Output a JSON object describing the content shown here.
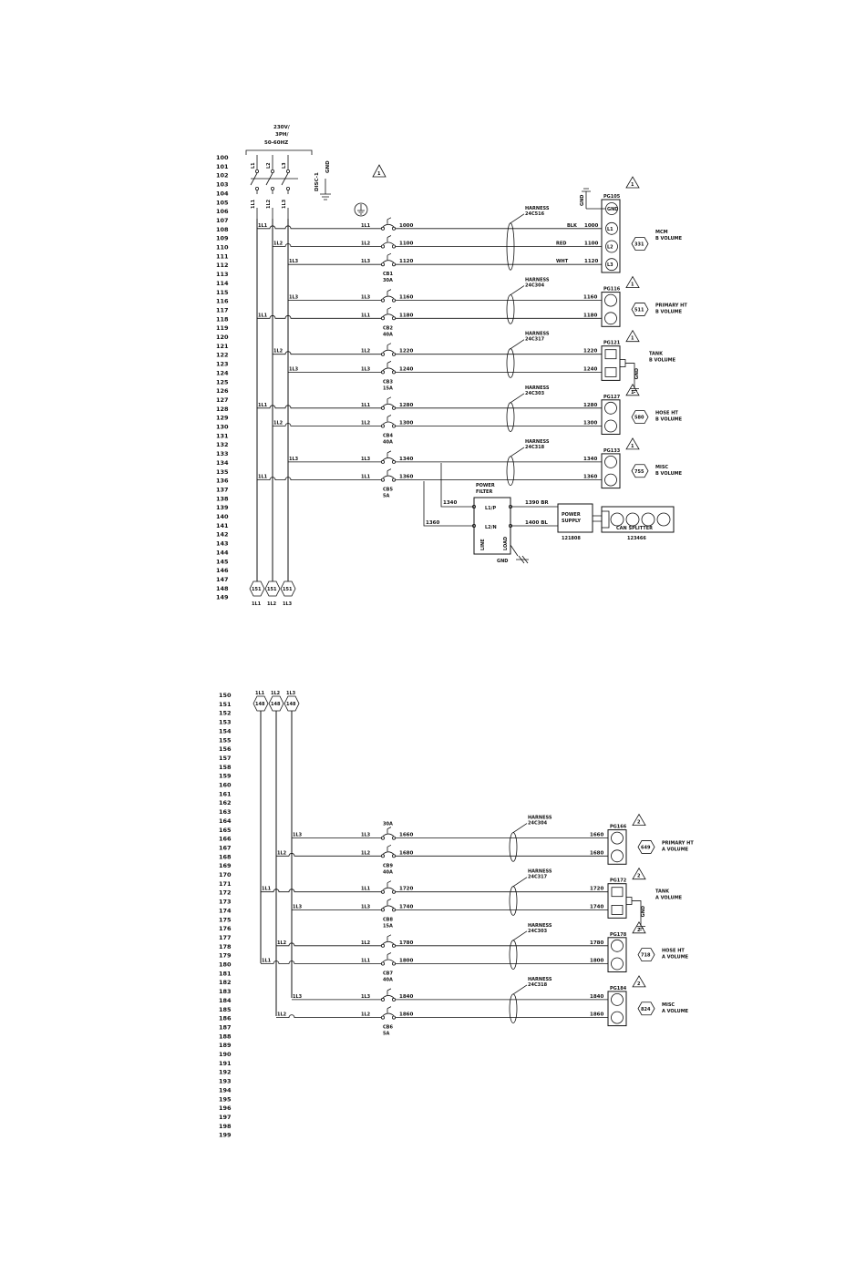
{
  "supply": {
    "voltage": "230V/",
    "phase": "3PH/",
    "freq": "50-60HZ"
  },
  "disconnect": {
    "label": "DISC-1",
    "gnd": "GND",
    "lines": [
      "L1",
      "L2",
      "L3"
    ],
    "loads": [
      "1L1",
      "1L2",
      "1L3"
    ]
  },
  "rows_top": [
    "100",
    "101",
    "102",
    "103",
    "104",
    "105",
    "106",
    "107",
    "108",
    "109",
    "110",
    "111",
    "112",
    "113",
    "114",
    "115",
    "116",
    "117",
    "118",
    "119",
    "120",
    "121",
    "122",
    "123",
    "124",
    "125",
    "126",
    "127",
    "128",
    "129",
    "130",
    "131",
    "132",
    "133",
    "134",
    "135",
    "136",
    "137",
    "138",
    "139",
    "140",
    "141",
    "142",
    "143",
    "144",
    "145",
    "146",
    "147",
    "148",
    "149"
  ],
  "rows_bottom": [
    "150",
    "151",
    "152",
    "153",
    "154",
    "155",
    "156",
    "157",
    "158",
    "159",
    "160",
    "161",
    "162",
    "163",
    "164",
    "165",
    "166",
    "167",
    "168",
    "169",
    "170",
    "171",
    "172",
    "173",
    "174",
    "175",
    "176",
    "177",
    "178",
    "179",
    "180",
    "181",
    "182",
    "183",
    "184",
    "185",
    "186",
    "187",
    "188",
    "189",
    "190",
    "191",
    "192",
    "193",
    "194",
    "195",
    "196",
    "197",
    "198",
    "199"
  ],
  "bus": {
    "labels": [
      "1L1",
      "1L2",
      "1L3"
    ],
    "continue_to": "151",
    "continue_from": "148"
  },
  "mcm": {
    "connector": "PG105",
    "gnd": "GND",
    "pins": [
      "GND",
      "L1",
      "L2",
      "L3"
    ],
    "ref": "331",
    "name": "MCM",
    "vol": "B VOLUME",
    "harness": "HARNESS",
    "harness_id": "24C516",
    "breaker": "CB1",
    "rating": "30A",
    "wires": [
      {
        "bus": "1L1",
        "num": "1000",
        "color": "BLK"
      },
      {
        "bus": "1L2",
        "num": "1100",
        "color": "RED"
      },
      {
        "bus": "1L3",
        "num": "1120",
        "color": "WHT"
      }
    ]
  },
  "groups_top": [
    {
      "connector": "PG116",
      "ref": "511",
      "name": "PRIMARY HT",
      "vol": "B VOLUME",
      "harness": "HARNESS",
      "harness_id": "24C304",
      "breaker": "CB2",
      "rating": "40A",
      "warn": "1",
      "wires": [
        {
          "bus": "1L3",
          "num": "1160"
        },
        {
          "bus": "1L1",
          "num": "1180"
        }
      ]
    },
    {
      "connector": "PG121",
      "ref": "",
      "name": "TANK",
      "vol": "B VOLUME",
      "gnd": "GND",
      "harness": "HARNESS",
      "harness_id": "24C317",
      "breaker": "CB3",
      "rating": "15A",
      "warn": "1",
      "wires": [
        {
          "bus": "1L2",
          "num": "1220"
        },
        {
          "bus": "1L3",
          "num": "1240"
        }
      ]
    },
    {
      "connector": "PG127",
      "ref": "580",
      "name": "HOSE HT",
      "vol": "B VOLUME",
      "harness": "HARNESS",
      "harness_id": "24C303",
      "breaker": "CB4",
      "rating": "40A",
      "warn": "1",
      "wires": [
        {
          "bus": "1L1",
          "num": "1280"
        },
        {
          "bus": "1L2",
          "num": "1300"
        }
      ]
    },
    {
      "connector": "PG133",
      "ref": "755",
      "name": "MISC",
      "vol": "B VOLUME",
      "harness": "HARNESS",
      "harness_id": "24C318",
      "breaker": "CB5",
      "rating": "5A",
      "warn": "1",
      "wires": [
        {
          "bus": "1L3",
          "num": "1340"
        },
        {
          "bus": "1L1",
          "num": "1360"
        }
      ]
    }
  ],
  "filter": {
    "title1": "POWER",
    "title2": "FILTER",
    "in_a": "L1/P",
    "in_b": "L2/N",
    "line": "LINE",
    "load": "LOAD",
    "gnd": "GND",
    "tap_a": "1340",
    "tap_b": "1360",
    "out_a": "1390 BR",
    "out_b": "1400 BL"
  },
  "power_supply": {
    "name1": "POWER",
    "name2": "SUPPLY",
    "part": "121808"
  },
  "can_splitter": {
    "name": "CAN SPLITTER",
    "part": "123466"
  },
  "warn_top": "1",
  "groups_bottom": [
    {
      "connector": "PG166",
      "ref": "649",
      "name": "PRIMARY HT",
      "vol": "A VOLUME",
      "harness": "HARNESS",
      "harness_id": "24C304",
      "breaker": "CB9",
      "rating": "40A",
      "rating_top": "30A",
      "warn": "2",
      "wires": [
        {
          "bus": "1L3",
          "num": "1660"
        },
        {
          "bus": "1L2",
          "num": "1680"
        }
      ]
    },
    {
      "connector": "PG172",
      "ref": "",
      "name": "TANK",
      "vol": "A VOLUME",
      "gnd": "GND",
      "harness": "HARNESS",
      "harness_id": "24C317",
      "breaker": "CB8",
      "rating": "15A",
      "warn": "2",
      "wires": [
        {
          "bus": "1L1",
          "num": "1720"
        },
        {
          "bus": "1L3",
          "num": "1740"
        }
      ]
    },
    {
      "connector": "PG178",
      "ref": "718",
      "name": "HOSE HT",
      "vol": "A VOLUME",
      "harness": "HARNESS",
      "harness_id": "24C303",
      "breaker": "CB7",
      "rating": "40A",
      "warn": "2",
      "wires": [
        {
          "bus": "1L2",
          "num": "1780"
        },
        {
          "bus": "1L1",
          "num": "1800"
        }
      ]
    },
    {
      "connector": "PG184",
      "ref": "824",
      "name": "MISC",
      "vol": "A VOLUME",
      "harness": "HARNESS",
      "harness_id": "24C318",
      "breaker": "CB6",
      "rating": "5A",
      "warn": "2",
      "wires": [
        {
          "bus": "1L3",
          "num": "1840"
        },
        {
          "bus": "1L2",
          "num": "1860"
        }
      ]
    }
  ]
}
